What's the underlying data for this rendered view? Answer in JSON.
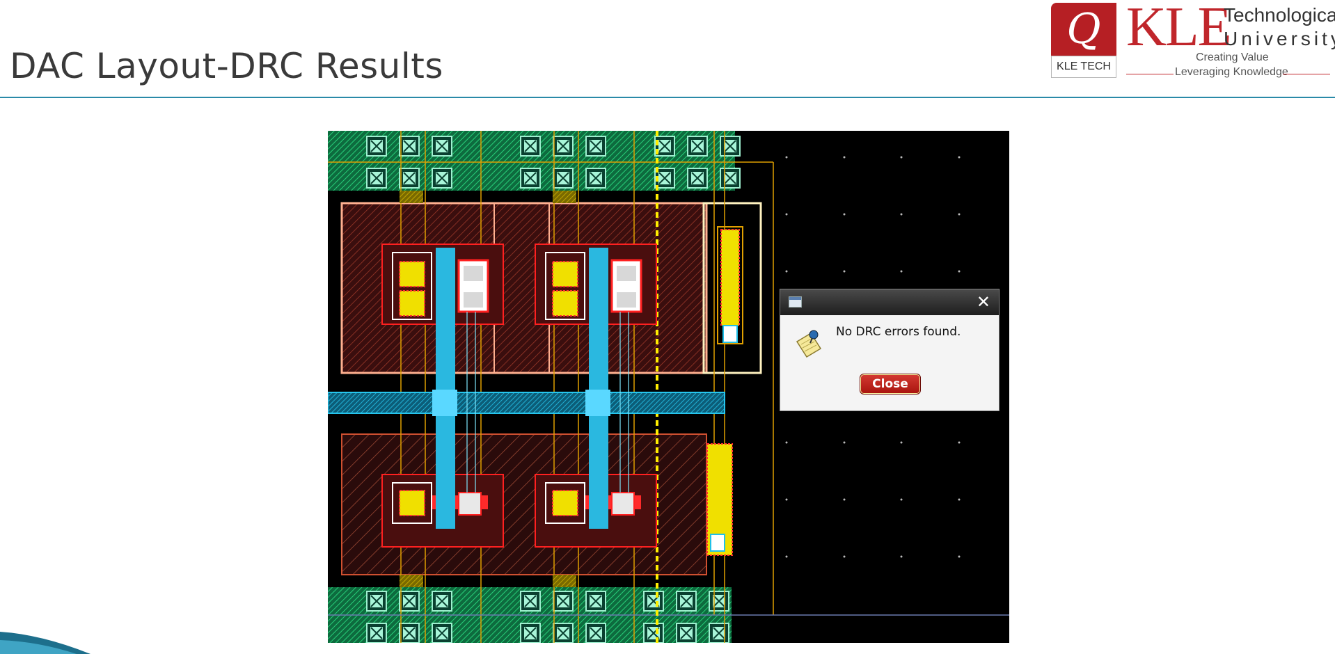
{
  "slide": {
    "title": "DAC Layout-DRC Results"
  },
  "logo": {
    "monogram": "Q",
    "badge": "KLE TECH",
    "brand": "KLE",
    "line1": "Technological",
    "line2": "University",
    "slogan1": "Creating Value",
    "slogan2": "Leveraging Knowledge"
  },
  "dialog": {
    "message": "No DRC errors found.",
    "close_button": "Close",
    "icons": [
      "window-icon",
      "close-icon",
      "note-pin-icon"
    ]
  },
  "colors": {
    "accent_rule": "#2a8aa8",
    "brand_red": "#c0262b",
    "canvas": "#000000",
    "metal1": "#19c28a",
    "poly": "#20c0e8",
    "diffusion": "#e8d400",
    "well": "#3a1010"
  }
}
